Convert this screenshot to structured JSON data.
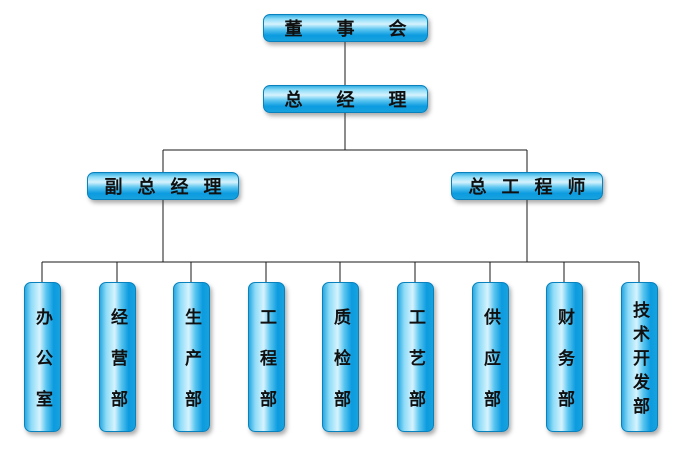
{
  "org": {
    "root": {
      "label": "董事会"
    },
    "level2": {
      "label": "总经理"
    },
    "managers": [
      {
        "label": "副总经理"
      },
      {
        "label": "总工程师"
      }
    ],
    "departments": [
      {
        "label": "办公室"
      },
      {
        "label": "经营部"
      },
      {
        "label": "生产部"
      },
      {
        "label": "工程部"
      },
      {
        "label": "质检部"
      },
      {
        "label": "工艺部"
      },
      {
        "label": "供应部"
      },
      {
        "label": "财务部"
      },
      {
        "label": "技术开发部"
      }
    ],
    "colors": {
      "box_fill": "#0c9be0",
      "box_highlight": "#d6f3fd",
      "box_border": "#0881bd",
      "line": "#1a1a1a",
      "text": "#101010",
      "background": "#ffffff"
    }
  }
}
